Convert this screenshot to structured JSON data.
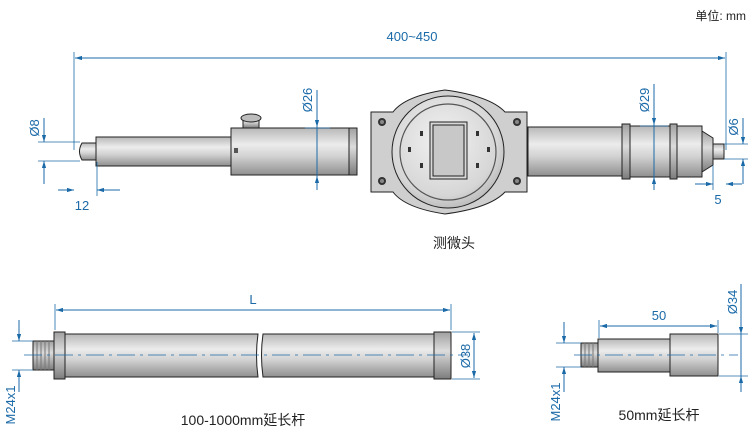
{
  "unit_label": "单位: mm",
  "head": {
    "caption": "测微头",
    "overall_length": "400~450",
    "dia_tip_left": "Ø8",
    "tip_length": "12",
    "dia_body": "Ø26",
    "dia_right_body": "Ø29",
    "dia_tip_right": "Ø6",
    "right_tip_length": "5"
  },
  "long_rod": {
    "caption": "100-1000mm延长杆",
    "length": "L",
    "dia": "Ø38",
    "thread": "M24x1"
  },
  "short_rod": {
    "caption": "50mm延长杆",
    "length": "50",
    "dia": "Ø34",
    "thread": "M24x1"
  },
  "colors": {
    "dimension": "#1b6aa8",
    "metal_light": "#d4d4d4",
    "metal_dark": "#9a9a9a"
  }
}
